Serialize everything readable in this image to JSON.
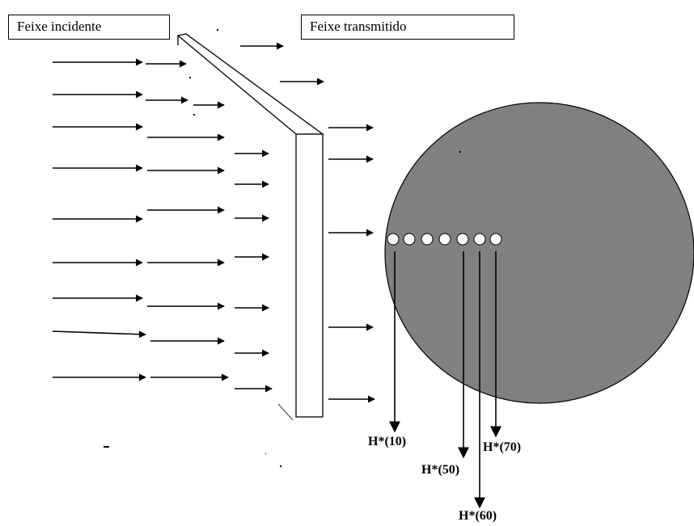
{
  "labels": {
    "incident": "Feixe incidente",
    "transmitted": "Feixe transmitido"
  },
  "dose_labels": {
    "h10": "H*(10)",
    "h50": "H*(50)",
    "h60": "H*(60)",
    "h70": "H*(70)"
  },
  "colors": {
    "sphere_fill": "#808080",
    "stroke": "#000000",
    "point_fill": "#ffffff"
  }
}
